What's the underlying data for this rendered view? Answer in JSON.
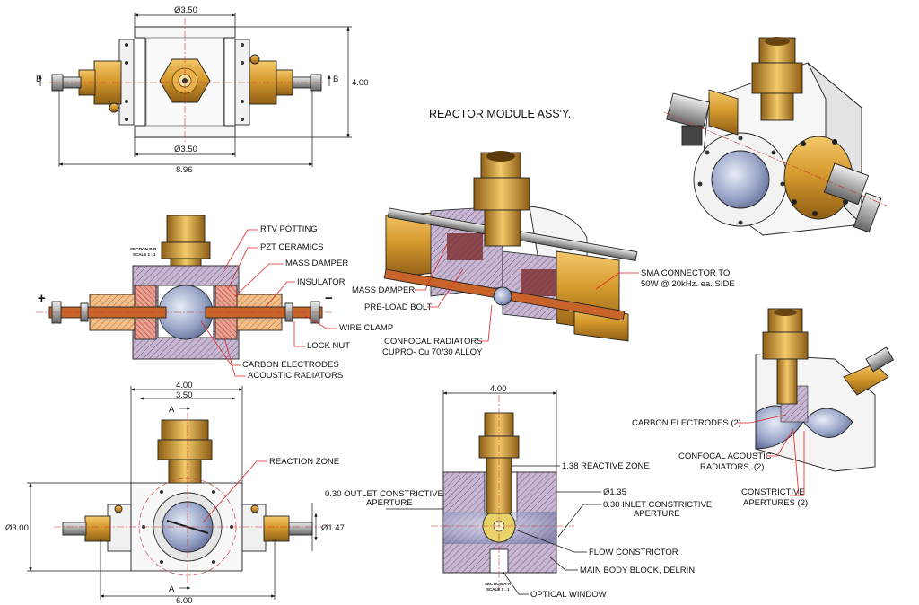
{
  "title": "REACTOR MODULE ASS'Y.",
  "colors": {
    "brass": "#d9a23a",
    "brass_dark": "#a7741c",
    "body": "#f4f4f4",
    "leader": "#dd2222",
    "hatch": "#8a6f96",
    "glass": "#9aa6c8"
  },
  "top_view": {
    "dim_top": "Ø3.50",
    "dim_bottom": "Ø3.50",
    "dim_width": "8.96",
    "dim_height": "4.00",
    "section_left": "B",
    "section_right": "B"
  },
  "section_bb": {
    "caption_1": "SECTION B-B",
    "caption_2": "SCALE 1 : 1",
    "plus": "+",
    "minus": "−",
    "labels": [
      "RTV POTTING",
      "PZT CERAMICS",
      "MASS DAMPER",
      "INSULATOR",
      "WIRE CLAMP",
      "LOCK NUT",
      "CARBON ELECTRODES",
      "ACOUSTIC RADIATORS"
    ]
  },
  "center_iso": {
    "labels": [
      "MASS DAMPER",
      "PRE-LOAD BOLT",
      "CONFOCAL RADIATORS",
      "CUPRO- Cu  70/30 ALLOY",
      "SMA CONNECTOR TO",
      "50W @ 20kHz. ea. SIDE"
    ]
  },
  "front_view": {
    "dim_4": "4.00",
    "dim_35": "3.50",
    "dim_6": "6.00",
    "dim_3": "Ø3.00",
    "dim_147": "Ø1.47",
    "section_top": "A",
    "section_bottom": "A",
    "reaction_zone": "REACTION ZONE"
  },
  "section_aa": {
    "dim_width": "4.00",
    "reactive_zone": "1.38  REACTIVE ZONE",
    "dia_135": "Ø1.35",
    "outlet_1": "0.30 OUTLET CONSTRICTIVE",
    "outlet_2": "APERTURE",
    "inlet_1": "0.30 INLET CONSTRICTIVE",
    "inlet_2": "APERTURE",
    "flow": "FLOW CONSTRICTOR",
    "body": "MAIN BODY BLOCK, DELRIN",
    "window": "OPTICAL WINDOW",
    "caption_1": "SECTION A-A",
    "caption_2": "SCALE 1 : 1"
  },
  "cutaway": {
    "carbon": "CARBON ELECTRODES (2)",
    "confocal_1": "CONFOCAL ACOUSTIC",
    "confocal_2": "RADIATORS, (2)",
    "constrict_1": "CONSTRICTIVE",
    "constrict_2": "APERTURES (2)"
  }
}
